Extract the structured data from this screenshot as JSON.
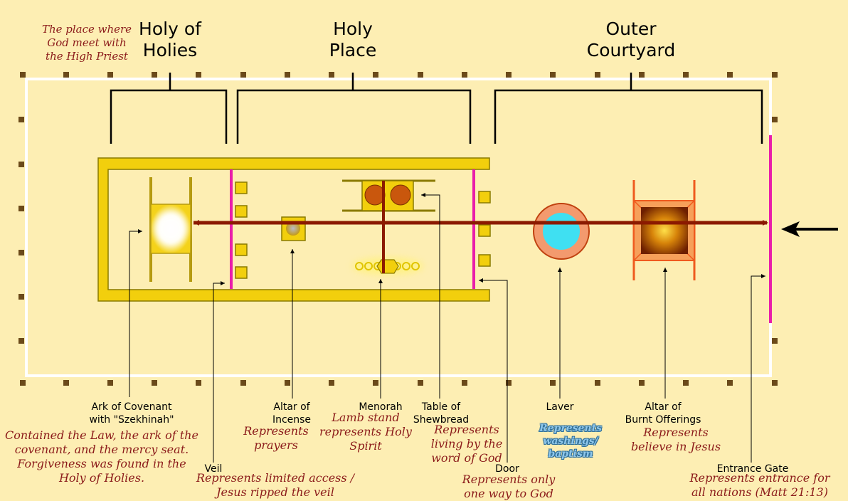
{
  "headings": {
    "holy_of_holies": [
      "Holy of",
      "Holies"
    ],
    "holy_place": [
      "Holy",
      "Place"
    ],
    "outer_courtyard": [
      "Outer",
      "Courtyard"
    ]
  },
  "top_note": [
    "The place where",
    "God meet with",
    "the High Priest"
  ],
  "labels": {
    "ark": [
      "Ark of Covenant",
      "with \"Szekhinah\""
    ],
    "altar_incense": [
      "Altar of",
      "Incense"
    ],
    "menorah": "Menorah",
    "table": [
      "Table of",
      "Shewbread"
    ],
    "laver": "Laver",
    "altar_burnt": [
      "Altar of",
      "Burnt Offerings"
    ],
    "veil": "Veil",
    "door": "Door",
    "entrance_gate": "Entrance Gate"
  },
  "notes": {
    "ark": [
      "Contained the Law, the ark of the",
      "covenant, and the mercy seat.",
      "Forgiveness was found in the",
      "Holy of Holies."
    ],
    "altar_incense": [
      "Represents",
      "prayers"
    ],
    "menorah": [
      "Lamb stand",
      "represents Holy",
      "Spirit"
    ],
    "table": [
      "Represents",
      "living by the",
      "word of God"
    ],
    "laver": [
      "Represents",
      "washings/",
      "baptism"
    ],
    "altar_burnt": [
      "Represents",
      "believe in Jesus"
    ],
    "veil": [
      "Represents limited access /",
      "Jesus ripped the veil"
    ],
    "door": [
      "Represents only",
      "one way to God"
    ],
    "entrance_gate": [
      "Represents entrance for",
      "all nations (Matt 21:13)"
    ]
  },
  "colors": {
    "background": "#fdeeb3",
    "gold": "#f2cf0d",
    "gold_dark": "#8a7a00",
    "veil": "#e91eaa",
    "path": "#8b1a00",
    "laver_ring": "#f39a6e",
    "laver_water": "#3fe0f2",
    "altar_orange": "#ef5a1e",
    "post": "#6b4a1a",
    "note_text": "#8b1a1a",
    "blue_note": "#8ec6ea"
  }
}
